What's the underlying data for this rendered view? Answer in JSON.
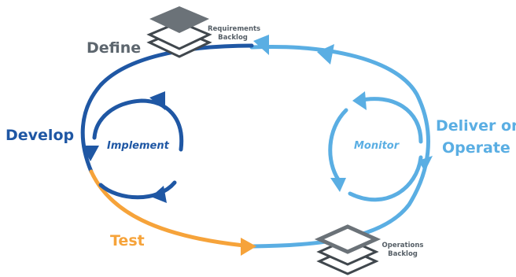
{
  "stages": {
    "define": "Define",
    "develop": "Develop",
    "test": "Test",
    "deliver_line1": "Deliver or",
    "deliver_line2": "Operate"
  },
  "loops": {
    "inner_left": "Implement",
    "inner_right": "Monitor"
  },
  "backlogs": {
    "requirements_line1": "Requirements",
    "requirements_line2": "Backlog",
    "operations_line1": "Operations",
    "operations_line2": "Backlog"
  },
  "colors": {
    "dark_blue": "#1f57a4",
    "light_blue": "#5aaee3",
    "orange": "#f6a33a",
    "gray": "#5d666e",
    "stack_dark": "#6b7278",
    "stack_outline": "#40474d"
  },
  "icons": {
    "requirements": "layers-stack-icon",
    "operations": "layers-stack-icon"
  }
}
